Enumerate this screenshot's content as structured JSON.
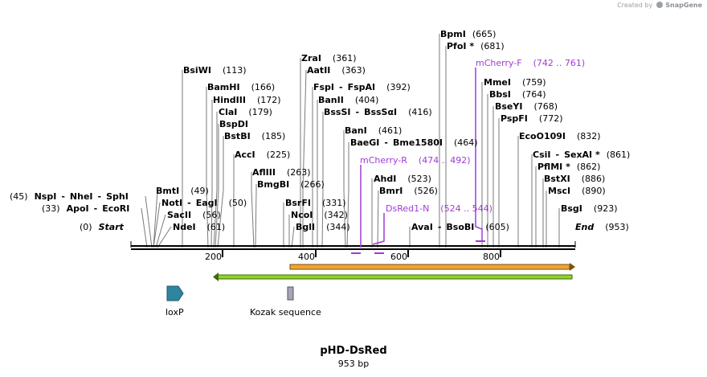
{
  "credit": {
    "prefix": "Created by",
    "brand": "SnapGene"
  },
  "title": "pHD-DsRed",
  "length_label": "953 bp",
  "colors": {
    "primer": "#a23ad6",
    "orange_feature": "#f3a230",
    "green_feature": "#8fd32a",
    "loxp": "#2f84a0",
    "kozak": "#a6a6b6"
  },
  "map": {
    "start_label": "Start",
    "start_pos": "(0)",
    "end_label": "End",
    "end_pos": "(953)"
  },
  "ticks": [
    "200",
    "400",
    "600",
    "800"
  ],
  "sites": [
    {
      "name": "BpmI",
      "pos": "(665)"
    },
    {
      "name": "PfoI *",
      "pos": "(681)"
    },
    {
      "name": "ZraI",
      "pos": "(361)"
    },
    {
      "name": "AatII",
      "pos": "(363)"
    },
    {
      "name": "BsiWI",
      "pos": "(113)"
    },
    {
      "name": "FspI",
      "name2": "FspAI",
      "pos": "(392)"
    },
    {
      "name": "BamHI",
      "pos": "(166)"
    },
    {
      "name": "BanII",
      "pos": "(404)"
    },
    {
      "name": "HindIII",
      "pos": "(172)"
    },
    {
      "name": "BssSI",
      "name2": "BssSαI",
      "pos": "(416)"
    },
    {
      "name": "ClaI",
      "pos": "(179)"
    },
    {
      "name": "BspDI",
      "pos": ""
    },
    {
      "name": "BstBI",
      "pos": "(185)"
    },
    {
      "name": "BanI",
      "pos": "(461)"
    },
    {
      "name": "BaeGI",
      "name2": "Bme1580I",
      "pos": "(464)"
    },
    {
      "name": "AccI",
      "pos": "(225)"
    },
    {
      "name": "AflIII",
      "pos": "(263)"
    },
    {
      "name": "BmgBI",
      "pos": "(266)"
    },
    {
      "name": "BmtI",
      "pos": "(49)"
    },
    {
      "name": "NspI",
      "name2": "NheI",
      "name3": "SphI",
      "pos": "(45)"
    },
    {
      "name": "NotI",
      "name2": "EagI",
      "pos": "(50)"
    },
    {
      "name": "ApoI",
      "name2": "EcoRI",
      "pos": "(33)"
    },
    {
      "name": "SacII",
      "pos": "(56)"
    },
    {
      "name": "NdeI",
      "pos": "(61)"
    },
    {
      "name": "BsrFI",
      "pos": "(331)"
    },
    {
      "name": "NcoI",
      "pos": "(342)"
    },
    {
      "name": "BglI",
      "pos": "(344)"
    },
    {
      "name": "AhdI",
      "pos": "(523)"
    },
    {
      "name": "BmrI",
      "pos": "(526)"
    },
    {
      "name": "AvaI",
      "name2": "BsoBI",
      "pos": "(605)"
    },
    {
      "name": "MmeI",
      "pos": "(759)"
    },
    {
      "name": "BbsI",
      "pos": "(764)"
    },
    {
      "name": "BseYI",
      "pos": "(768)"
    },
    {
      "name": "PspFI",
      "pos": "(772)"
    },
    {
      "name": "EcoO109I",
      "pos": "(832)"
    },
    {
      "name": "CsiI",
      "name2": "SexAI *",
      "pos": "(861)"
    },
    {
      "name": "PflMI *",
      "pos": "(862)"
    },
    {
      "name": "BstXI",
      "pos": "(886)"
    },
    {
      "name": "MscI",
      "pos": "(890)"
    },
    {
      "name": "BsgI",
      "pos": "(923)"
    }
  ],
  "primers": [
    {
      "name": "mCherry-F",
      "range": "(742 .. 761)"
    },
    {
      "name": "mCherry-R",
      "range": "(474 .. 492)"
    },
    {
      "name": "DsRed1-N",
      "range": "(524 .. 544)"
    }
  ],
  "features": [
    {
      "name": "loxP"
    },
    {
      "name": "Kozak sequence"
    }
  ]
}
